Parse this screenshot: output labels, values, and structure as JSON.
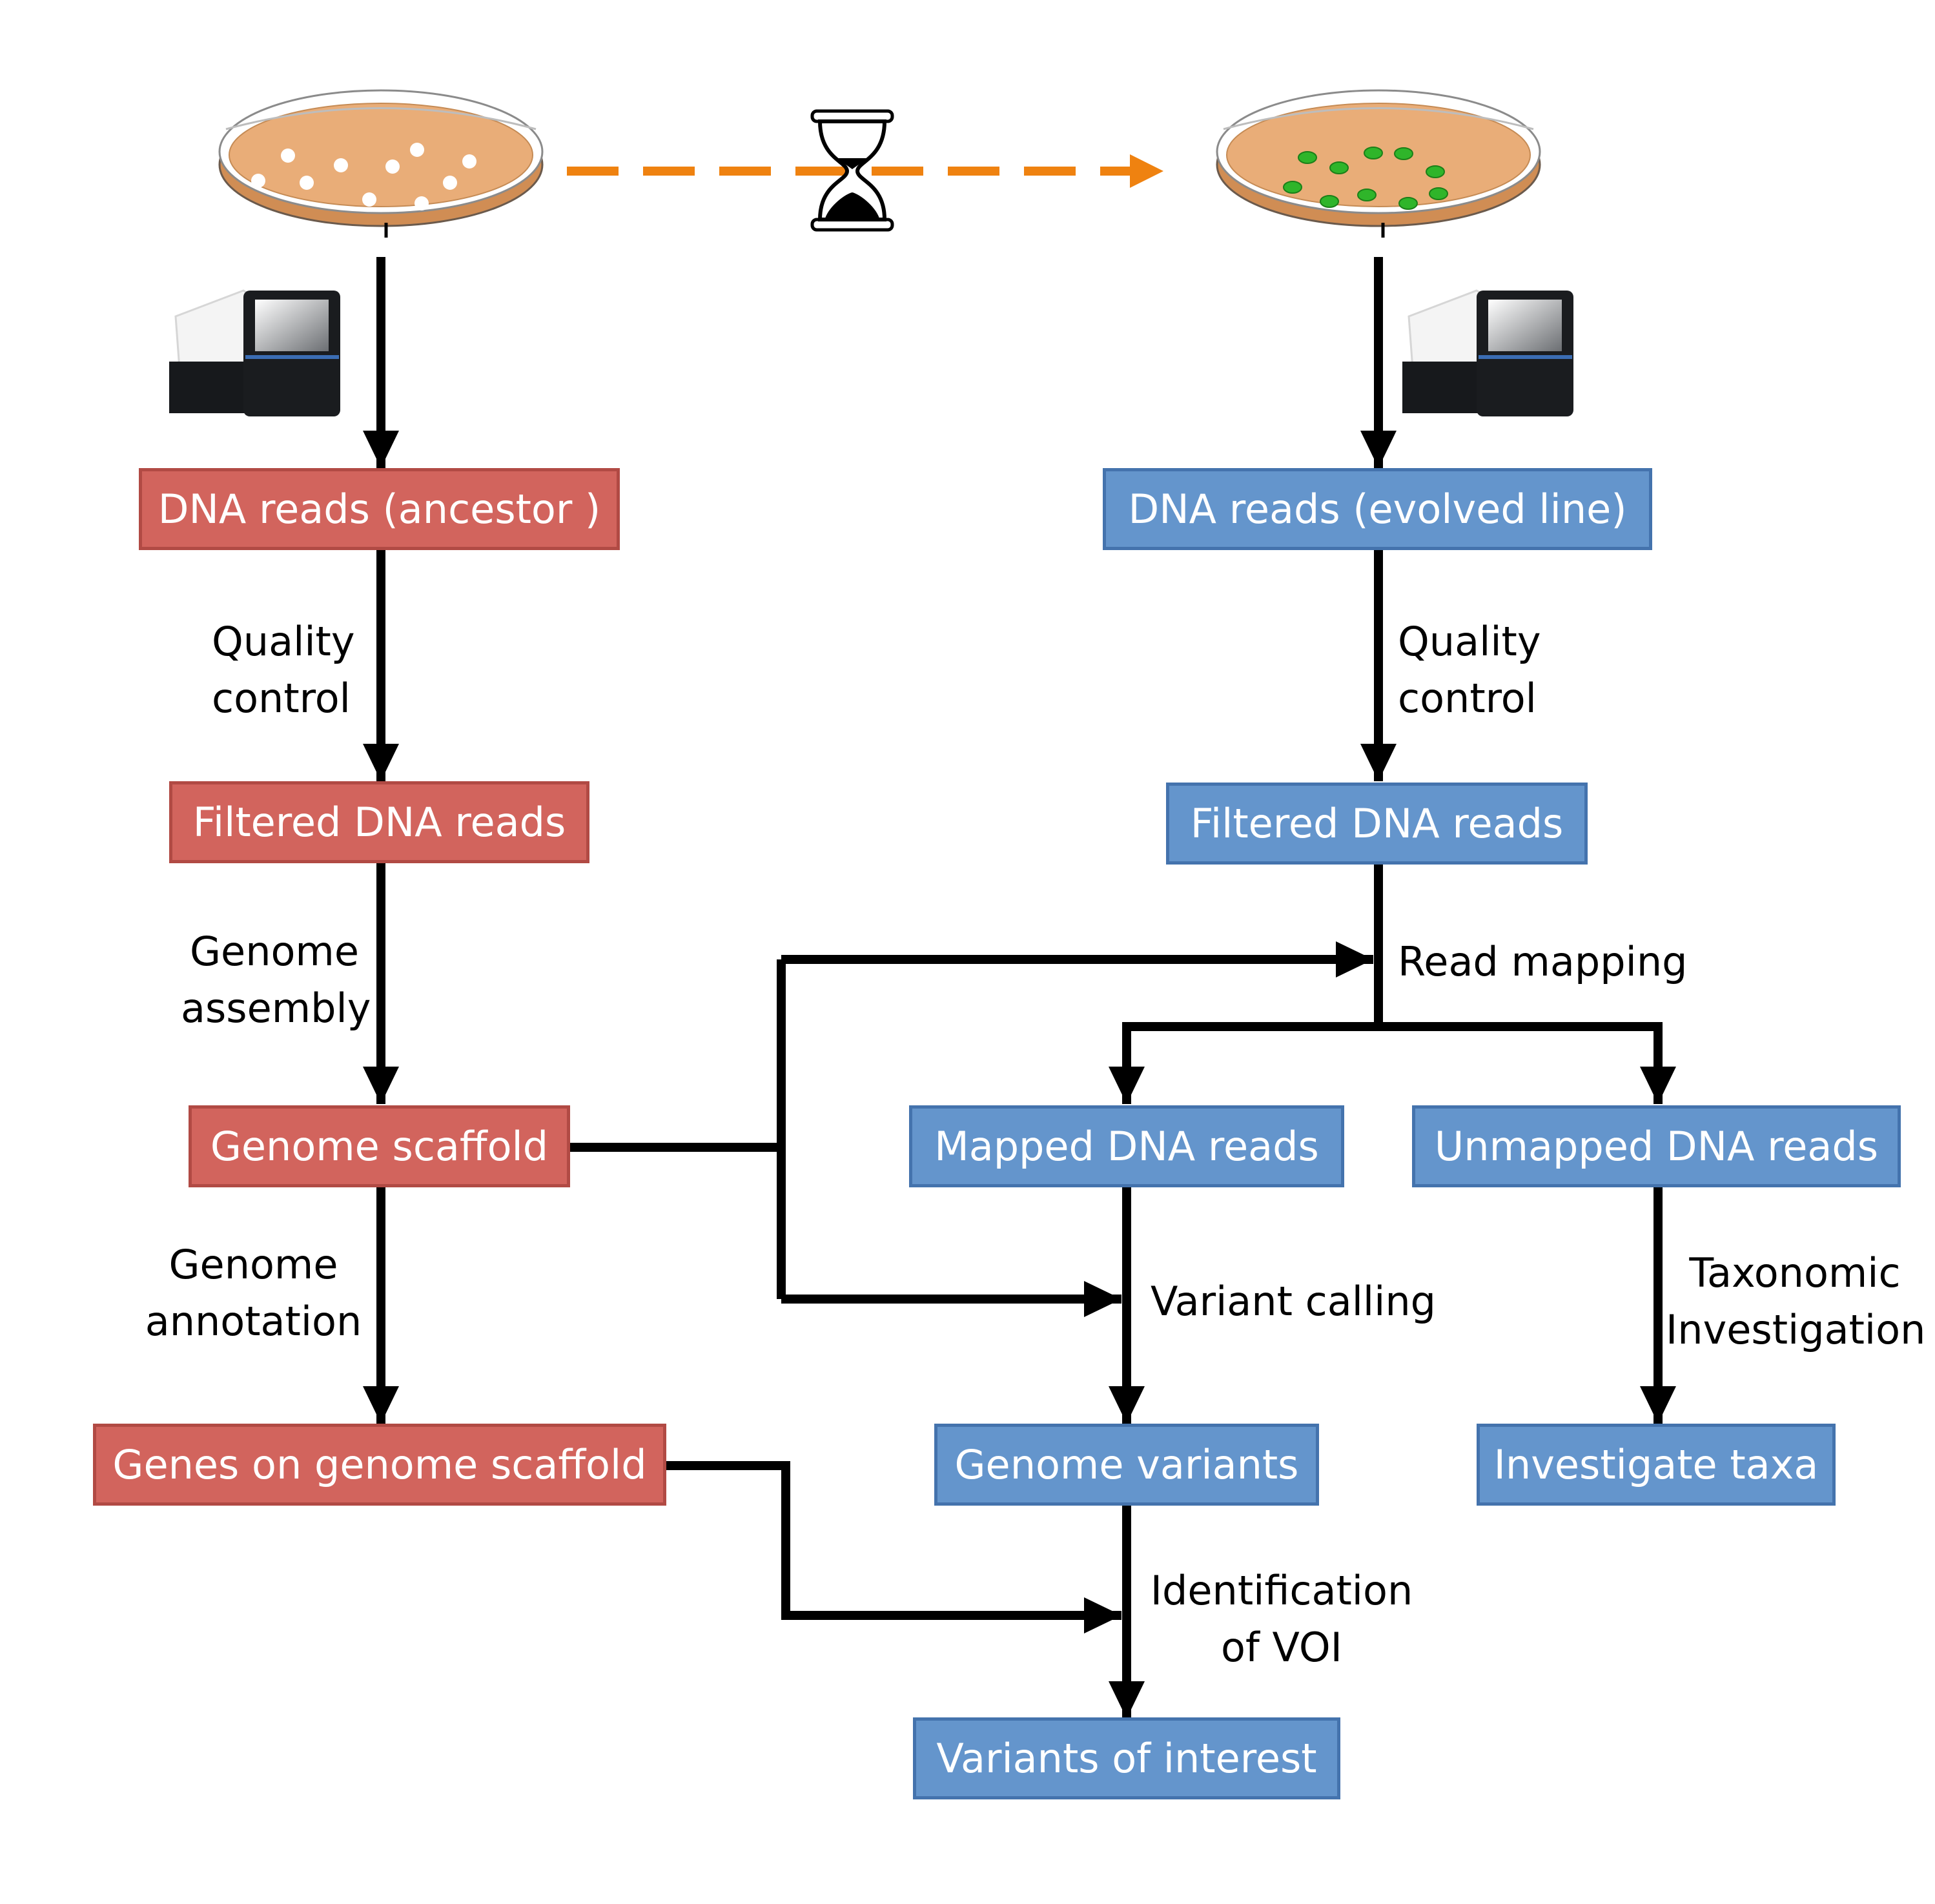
{
  "colors": {
    "ancestor_box": "#d2645d",
    "evolved_box": "#6495cc",
    "arrow": "#000000",
    "time_arrow": "#ef8210",
    "plate_agar": "#e9ad78",
    "ancestor_colony": "#ffffff",
    "evolved_colony": "#2fb52a"
  },
  "icons": {
    "ancestor_plate": "petri-dish-icon",
    "evolved_plate": "petri-dish-icon",
    "time": "hourglass-icon",
    "sequencer": "sequencer-icon"
  },
  "boxes": {
    "dna_reads_ancestor": "DNA reads (ancestor )",
    "filtered_reads_ancestor": "Filtered DNA reads",
    "genome_scaffold": "Genome scaffold",
    "genes_on_scaffold": "Genes on genome scaffold",
    "dna_reads_evolved": "DNA reads (evolved  line)",
    "filtered_reads_evolved": "Filtered DNA reads",
    "mapped_reads": "Mapped DNA reads",
    "unmapped_reads": "Unmapped DNA reads",
    "genome_variants": "Genome variants",
    "investigate_taxa": "Investigate taxa",
    "variants_of_interest": "Variants of interest"
  },
  "steps": {
    "qc_left_1": "Quality",
    "qc_left_2": "control",
    "assembly_1": "Genome",
    "assembly_2": "assembly",
    "annotation_1": "Genome",
    "annotation_2": "annotation",
    "qc_right_1": "Quality",
    "qc_right_2": "control",
    "read_mapping": "Read mapping",
    "variant_calling": "Variant calling",
    "taxonomic_1": "Taxonomic",
    "taxonomic_2": "Investigation",
    "voi_1": "Identification",
    "voi_2": "of VOI"
  }
}
